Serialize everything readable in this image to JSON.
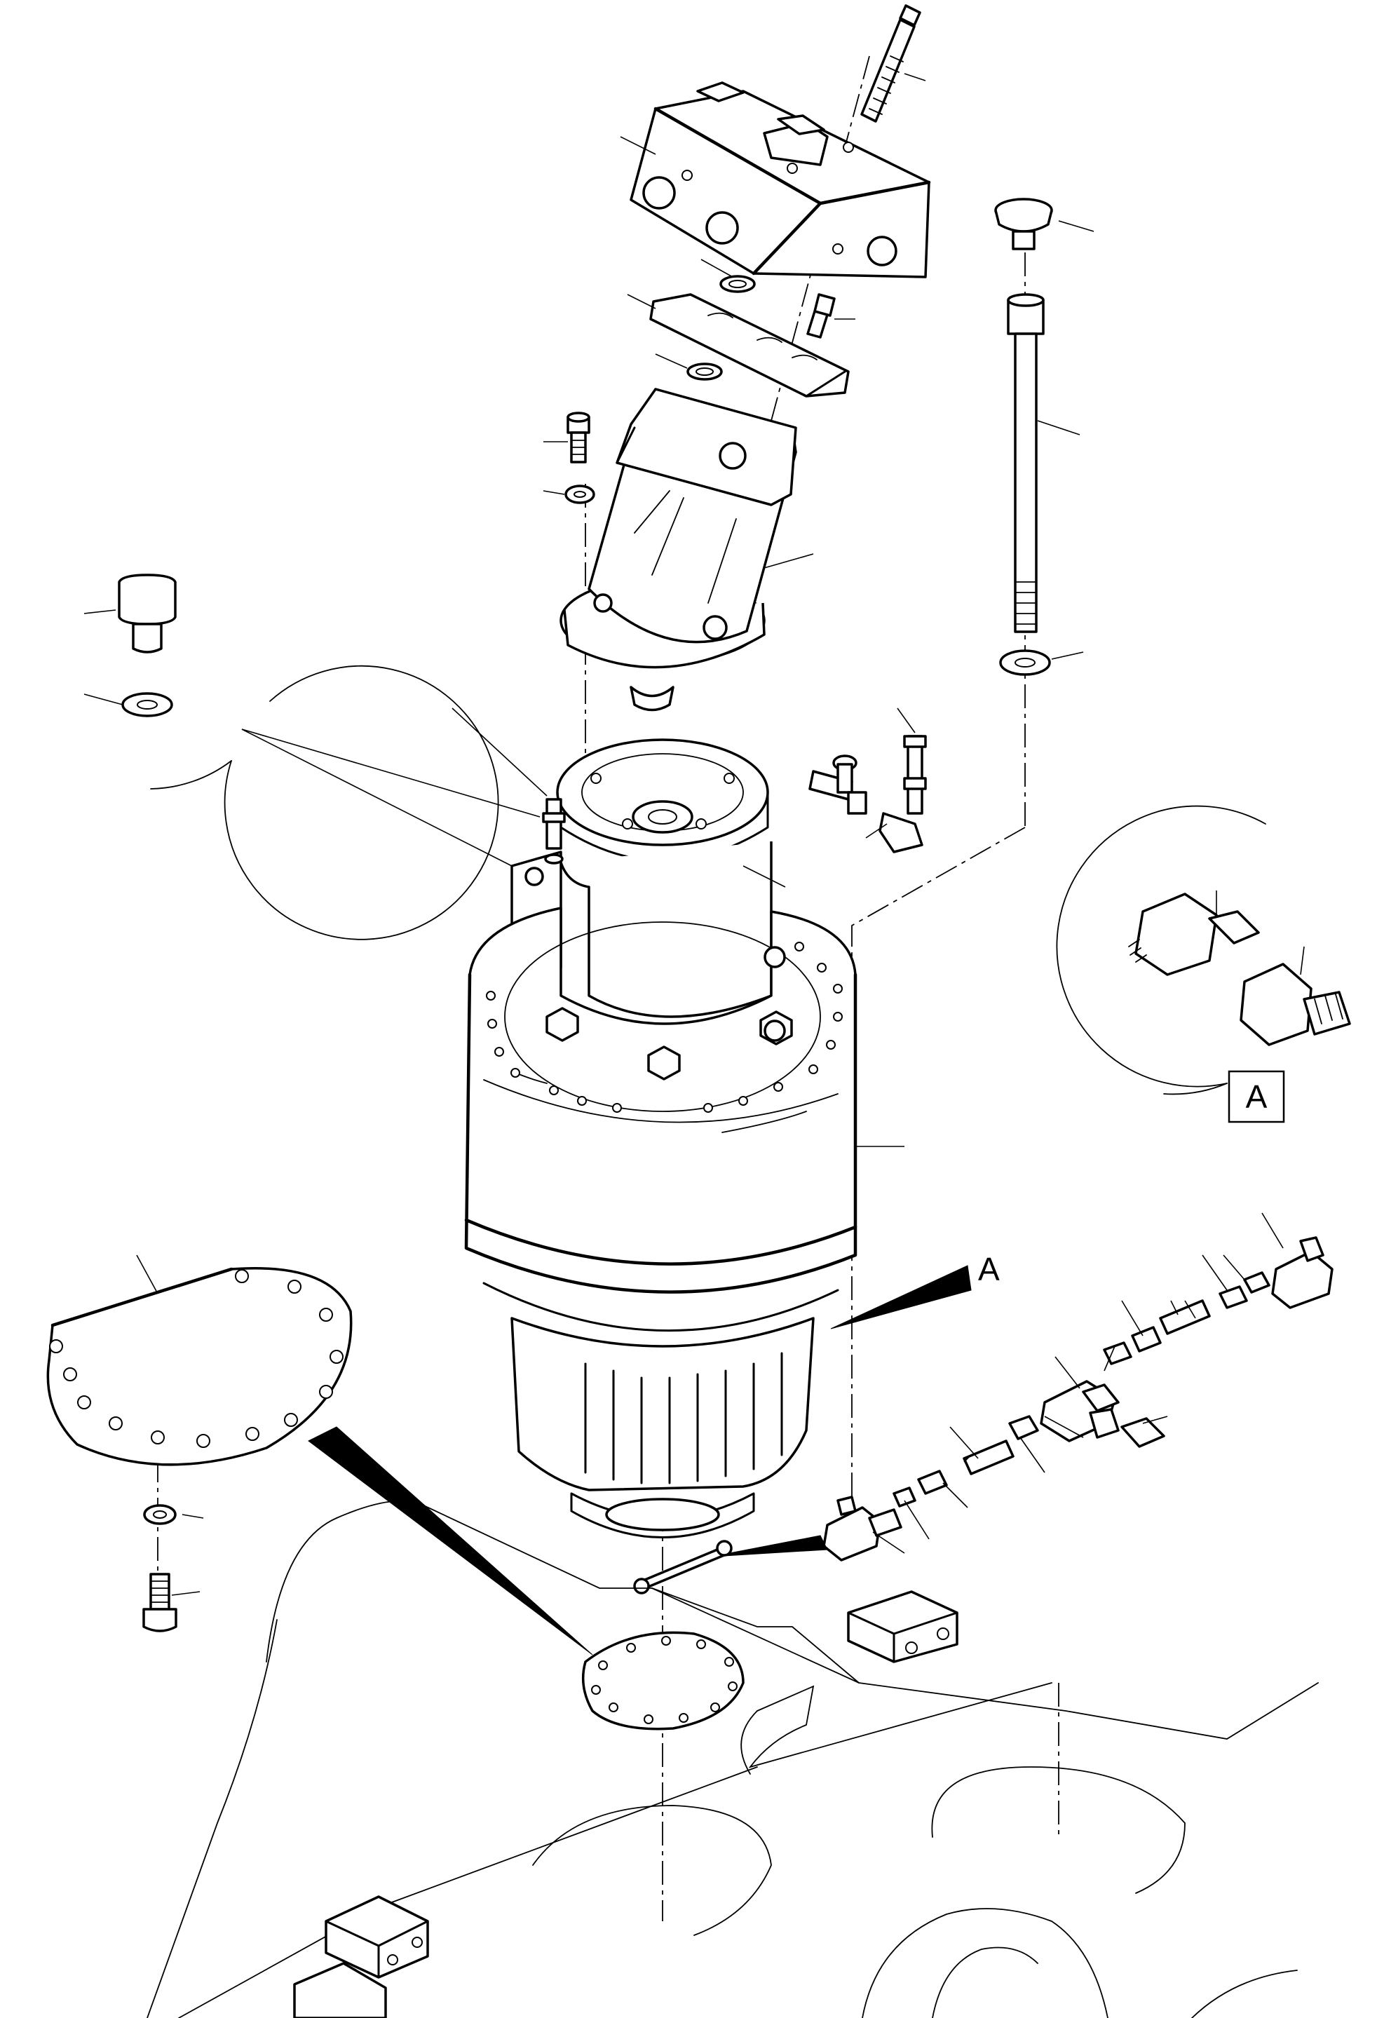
{
  "diagram": {
    "type": "exploded-parts-view",
    "callouts": {
      "detail_label": "A",
      "pointer_label": "A"
    },
    "colors": {
      "line": "#000000",
      "background": "#ffffff"
    }
  }
}
